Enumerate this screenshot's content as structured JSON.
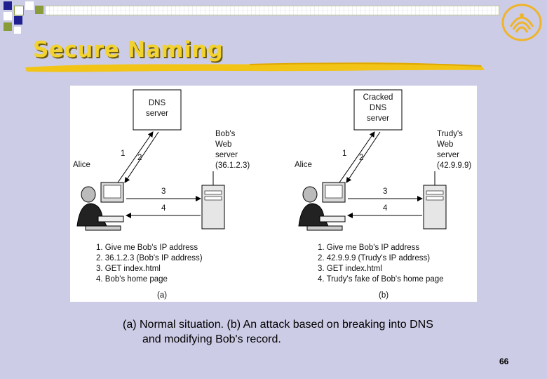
{
  "slide": {
    "title": "Secure Naming",
    "caption_line1": "(a) Normal situation.  (b) An attack based on breaking into DNS",
    "caption_line2": "and modifying Bob's record.",
    "page_number": "66"
  },
  "figure": {
    "a": {
      "dns_line1": "DNS",
      "dns_line2": "server",
      "web_server_lines": [
        "Bob's",
        "Web",
        "server",
        "(36.1.2.3)"
      ],
      "client_label": "Alice",
      "arrow1": "1",
      "arrow2": "2",
      "arrow3": "3",
      "arrow4": "4",
      "steps": [
        "1. Give me Bob's IP address",
        "2. 36.1.2.3 (Bob's IP address)",
        "3. GET index.html",
        "4. Bob's home page"
      ],
      "sublabel": "(a)"
    },
    "b": {
      "dns_line1": "Cracked",
      "dns_line2": "DNS",
      "dns_line3": "server",
      "web_server_lines": [
        "Trudy's",
        "Web",
        "server",
        "(42.9.9.9)"
      ],
      "client_label": "Alice",
      "arrow1": "1",
      "arrow2": "2",
      "arrow3": "3",
      "arrow4": "4",
      "steps": [
        "1. Give me Bob's IP address",
        "2. 42.9.9.9 (Trudy's IP address)",
        "3. GET index.html",
        "4. Trudy's fake of Bob's home page"
      ],
      "sublabel": "(b)"
    }
  },
  "colors": {
    "background": "#CCCCE6",
    "title": "#F2D22E",
    "navy": "#1F1F8F",
    "olive": "#8A9B3A",
    "logo": "#F0B429"
  },
  "icons": [
    "logo-icon",
    "decorative-squares"
  ]
}
